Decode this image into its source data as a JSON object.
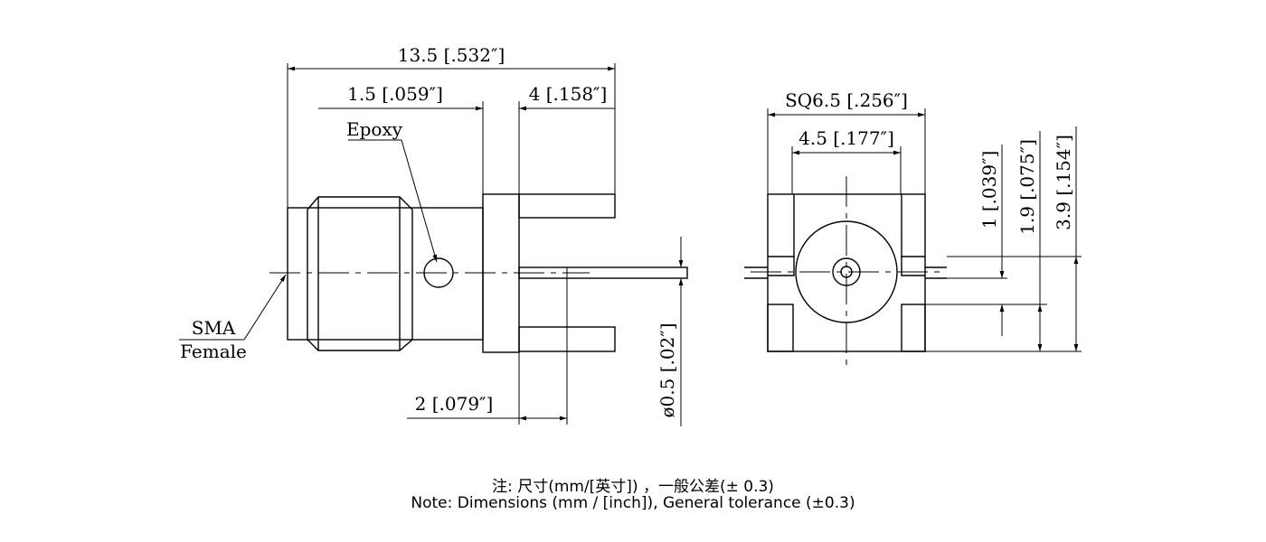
{
  "side_view": {
    "overall_length": "13.5 [.532″]",
    "flange_offset": "1.5 [.059″]",
    "pin_length": "4 [.158″]",
    "epoxy_label": "Epoxy",
    "connector_type_line1": "SMA",
    "connector_type_line2": "Female",
    "pin_spacing": "2 [.079″]",
    "pin_diameter": "ø0.5 [.02″]"
  },
  "front_view": {
    "flange_square": "SQ6.5 [.256″]",
    "pin_pitch": "4.5 [.177″]",
    "leg_width": "1 [.039″]",
    "center_height": "1.9 [.075″]",
    "total_height": "3.9 [.154″]"
  },
  "notes": {
    "chinese": "注: 尺寸(mm/[英寸]) ，一般公差(± 0.3)",
    "english": "Note: Dimensions (mm / [inch]), General tolerance (±0.3)"
  }
}
